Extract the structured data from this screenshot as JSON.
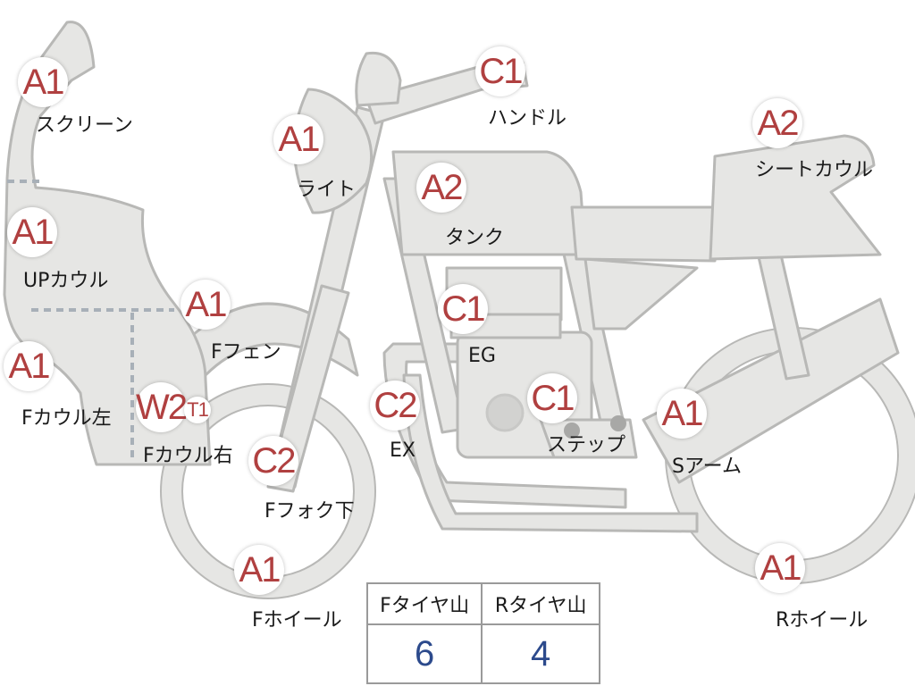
{
  "parts": [
    {
      "id": "screen",
      "grade": "A1",
      "label": "スクリーン"
    },
    {
      "id": "handle",
      "grade": "C1",
      "label": "ハンドル"
    },
    {
      "id": "seatcowl",
      "grade": "A2",
      "label": "シートカウル"
    },
    {
      "id": "light",
      "grade": "A1",
      "label": "ライト"
    },
    {
      "id": "tank",
      "grade": "A2",
      "label": "タンク"
    },
    {
      "id": "upcowl",
      "grade": "A1",
      "label": "UPカウル"
    },
    {
      "id": "ffender",
      "grade": "A1",
      "label": "Fフェン"
    },
    {
      "id": "eg",
      "grade": "C1",
      "label": "EG"
    },
    {
      "id": "fcowlL",
      "grade": "A1",
      "label": "Fカウル左"
    },
    {
      "id": "fcowlR",
      "grade": "W2",
      "grade2": "T1",
      "label": "Fカウル右"
    },
    {
      "id": "ex",
      "grade": "C2",
      "label": "EX"
    },
    {
      "id": "step",
      "grade": "C1",
      "label": "ステップ"
    },
    {
      "id": "sarm",
      "grade": "A1",
      "label": "Sアーム"
    },
    {
      "id": "ffork",
      "grade": "C2",
      "label": "Fフォク下"
    },
    {
      "id": "fwheel",
      "grade": "A1",
      "label": "Fホイール"
    },
    {
      "id": "rwheel",
      "grade": "A1",
      "label": "Rホイール"
    }
  ],
  "tread": {
    "front_label": "Fタイヤ山",
    "rear_label": "Rタイヤ山",
    "front_value": "6",
    "rear_value": "4"
  },
  "colors": {
    "grade": "#b04040",
    "tread_value": "#2c4a8c",
    "body_fill": "#e6e6e4",
    "body_stroke": "#b8b8b6"
  }
}
